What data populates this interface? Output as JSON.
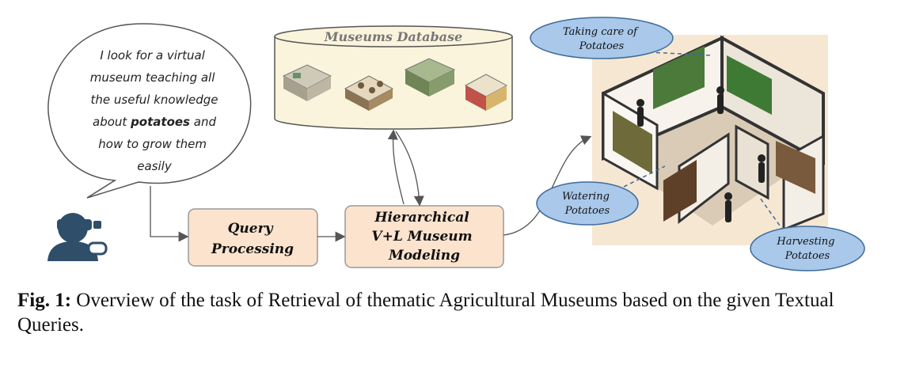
{
  "speech_bubble": {
    "lines": [
      "I look for a virtual",
      "museum teaching all",
      "the useful knowledge",
      "about ",
      "how to grow them",
      "easily"
    ],
    "highlight": "potatoes",
    "after_highlight": " and"
  },
  "database": {
    "title": "Museums Database"
  },
  "process_boxes": {
    "query": [
      "Query",
      "Processing"
    ],
    "modeling": [
      "Hierarchical",
      "V+L Museum",
      "Modeling"
    ]
  },
  "callouts": {
    "taking_care": [
      "Taking care of",
      "Potatoes"
    ],
    "watering": [
      "Watering",
      "Potatoes"
    ],
    "harvesting": [
      "Harvesting",
      "Potatoes"
    ]
  },
  "caption": {
    "label": "Fig. 1:",
    "text": " Overview of the task of Retrieval of thematic Agricultural Museums based on the given Textual Queries."
  },
  "colors": {
    "box_fill": "#fbe3cd",
    "box_stroke": "#999999",
    "db_fill": "#fbf4dc",
    "callout_fill": "#a9c8ea",
    "callout_stroke": "#3d6b99",
    "museum_floor": "#f2e2cd"
  }
}
